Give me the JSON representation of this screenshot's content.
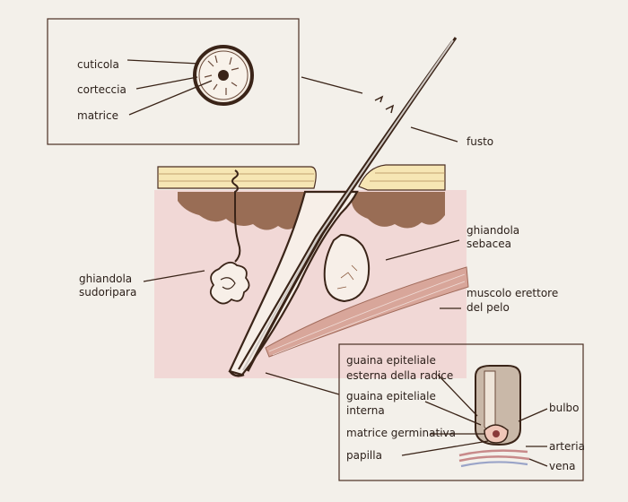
{
  "inset_cross_section": {
    "labels": [
      "cuticola",
      "corteccia",
      "matrice"
    ]
  },
  "main": {
    "labels": {
      "fusto": "fusto",
      "sebaceous_1": "ghiandola",
      "sebaceous_2": "sebacea",
      "sweat_1": "ghiandola",
      "sweat_2": "sudoripara",
      "muscle_1": "muscolo erettore",
      "muscle_2": "del pelo"
    }
  },
  "inset_bulb": {
    "labels": {
      "outer_sheath_1": "guaina epiteliale",
      "outer_sheath_2": "esterna della radice",
      "inner_sheath_1": "guaina epiteliale",
      "inner_sheath_2": "interna",
      "germinal": "matrice germinativa",
      "papilla": "papilla",
      "bulbo": "bulbo",
      "arteria": "arteria",
      "vena": "vena"
    }
  },
  "colors": {
    "background": "#f3f0ea",
    "dermis": "#f0d4d2",
    "epidermis": "#f6e6b4",
    "hair": "#3a2418",
    "granular": "#8a5a3e",
    "muscle": "#d8a69a"
  }
}
